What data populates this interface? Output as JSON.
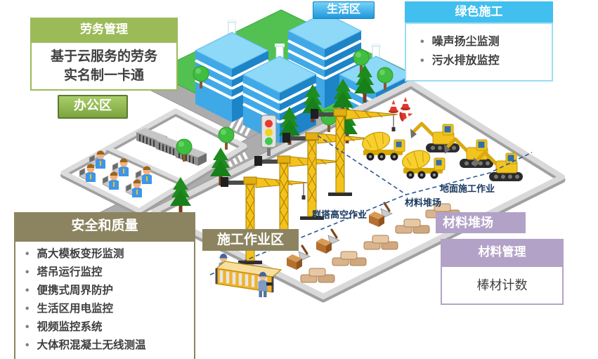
{
  "callouts": {
    "labor": {
      "title": "劳务管理",
      "line1": "基于云服务的劳务",
      "line2": "实名制一卡通"
    },
    "green_construction": {
      "title": "绿色施工",
      "items": [
        "噪声扬尘监测",
        "污水排放监控"
      ]
    },
    "safety_quality": {
      "title": "安全和质量",
      "items": [
        "高大模板变形监测",
        "塔吊运行监控",
        "便携式周界防护",
        "生活区用电监控",
        "视频监控系统",
        "大体积混凝土无线测温"
      ]
    },
    "material": {
      "title": "材料管理",
      "body": "棒材计数"
    }
  },
  "zone_labels": {
    "office": "办公区",
    "living": "生活区",
    "work_area": "施工作业区",
    "material_yard_band": "材料堆场",
    "ground_ops": "地面施工作业",
    "material_yard_small": "材料堆场",
    "tower_ops": "群塔高空作业"
  },
  "colors": {
    "green_accent": "#9BBB59",
    "sky_blue_accent": "#41BFEF",
    "olive_accent": "#8C8460",
    "lavender_accent": "#B3A2C7",
    "zone_tag_navy": "#17375E",
    "building_blue": "#3FA9E8",
    "machine_yellow": "#F2C41D"
  },
  "scene": {
    "counts": {
      "buildings": 4,
      "tower_cranes": 4,
      "excavators": 3,
      "mixer_trucks": 2,
      "office_workers": 6,
      "inspection_workers": 2
    }
  }
}
